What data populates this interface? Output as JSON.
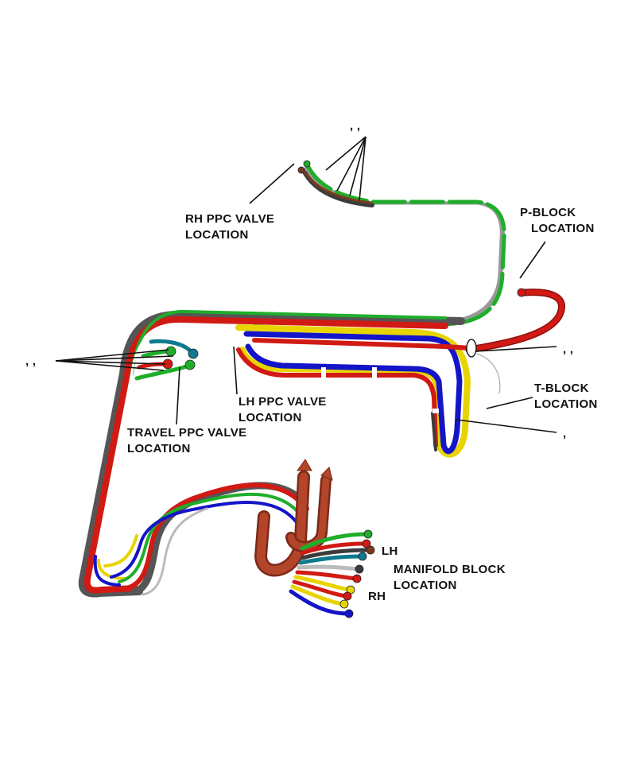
{
  "labels": {
    "rh_ppc_valve": [
      "RH PPC VALVE",
      "LOCATION"
    ],
    "p_block": [
      "P-BLOCK",
      "LOCATION"
    ],
    "lh_ppc_valve": [
      "LH PPC VALVE",
      "LOCATION"
    ],
    "t_block": [
      "T-BLOCK",
      "LOCATION"
    ],
    "travel_ppc_valve": [
      "TRAVEL PPC VALVE",
      "LOCATION"
    ],
    "manifold_block": [
      "MANIFOLD BLOCK",
      "LOCATION"
    ],
    "lh": "LH",
    "rh": "RH",
    "callout_top": ",  ,",
    "callout_left": ",  ,",
    "callout_right_upper": ",  ,",
    "callout_right_lower": ","
  },
  "colors": {
    "green": "#1fae2a",
    "red": "#d11a14",
    "blue": "#1414c8",
    "yellow": "#e8d400",
    "dark_gray": "#3c3c3c",
    "white_hose": "#f2f2f2",
    "brown": "#7a3b1e",
    "teal": "#0e7a8f",
    "copper": "#b3452a"
  }
}
